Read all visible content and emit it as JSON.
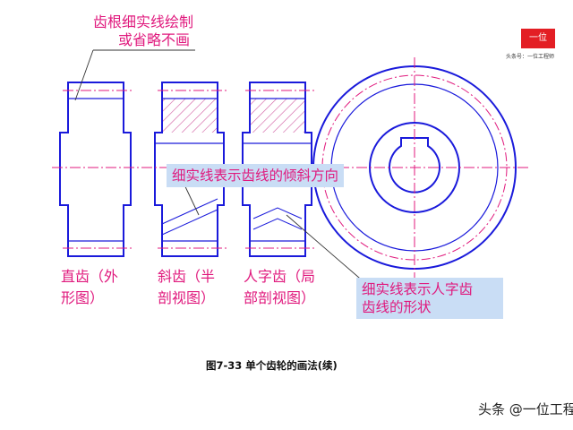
{
  "labels": {
    "root_note_l1": "齿根细实线绘制",
    "root_note_l2": "或省略不画",
    "straight_l1": "直齿（外",
    "straight_l2": "形图）",
    "helical_l1": "斜齿（半",
    "helical_l2": "剖视图）",
    "herring_l1": "人字齿（局",
    "herring_l2": "部剖视图）"
  },
  "callouts": {
    "helix_direction": "细实线表示齿线的倾斜方向",
    "herring_shape_l1": "细实线表示人字齿",
    "herring_shape_l2": "齿线的形状"
  },
  "caption": "图7-33  单个齿轮的画法(续)",
  "logo": {
    "badge": "一位",
    "subtitle": "头条号：一位工程师"
  },
  "watermark": "头条 @一位工程师",
  "colors": {
    "outline": "#1a1adb",
    "centerline": "#e0197d",
    "hatch": "#d05aa0",
    "callout_bg": "#c9ddf5",
    "label_text": "#e0197d"
  }
}
